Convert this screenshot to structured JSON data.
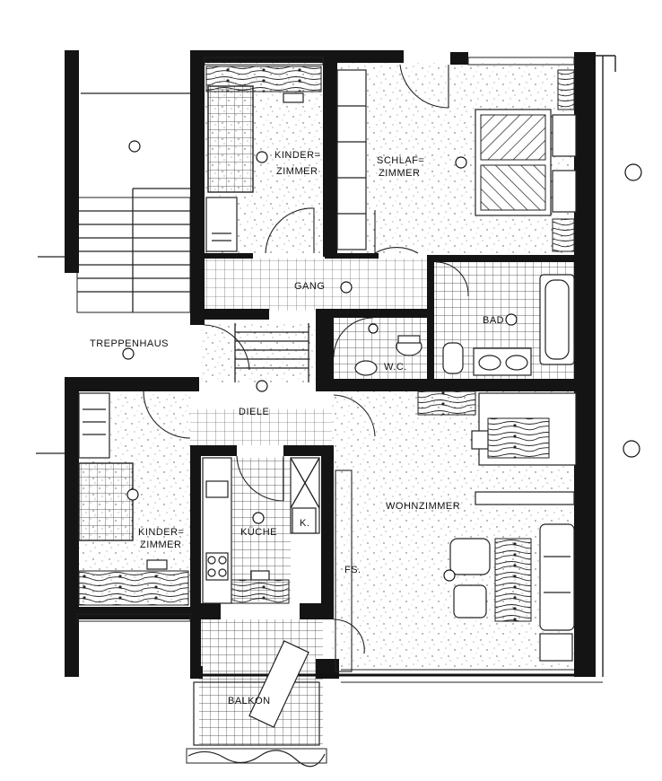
{
  "plan": {
    "rooms": {
      "kinderzimmer_top_line1": "KINDER=",
      "kinderzimmer_top_line2": "ZIMMER",
      "schlafzimmer_line1": "SCHLAF=",
      "schlafzimmer_line2": "ZIMMER",
      "gang": "GANG",
      "bad": "BAD",
      "wc": "W.C.",
      "treppenhaus": "TREPPENHAUS",
      "diele": "DIELE",
      "wohnzimmer": "WOHNZIMMER",
      "kinderzimmer_bottom_line1": "KINDER=",
      "kinderzimmer_bottom_line2": "ZIMMER",
      "kueche": "KÜCHE",
      "k": "K.",
      "fs": "FS.",
      "balkon": "BALKON"
    },
    "colors": {
      "wall": "#141414",
      "background": "#ffffff"
    }
  }
}
